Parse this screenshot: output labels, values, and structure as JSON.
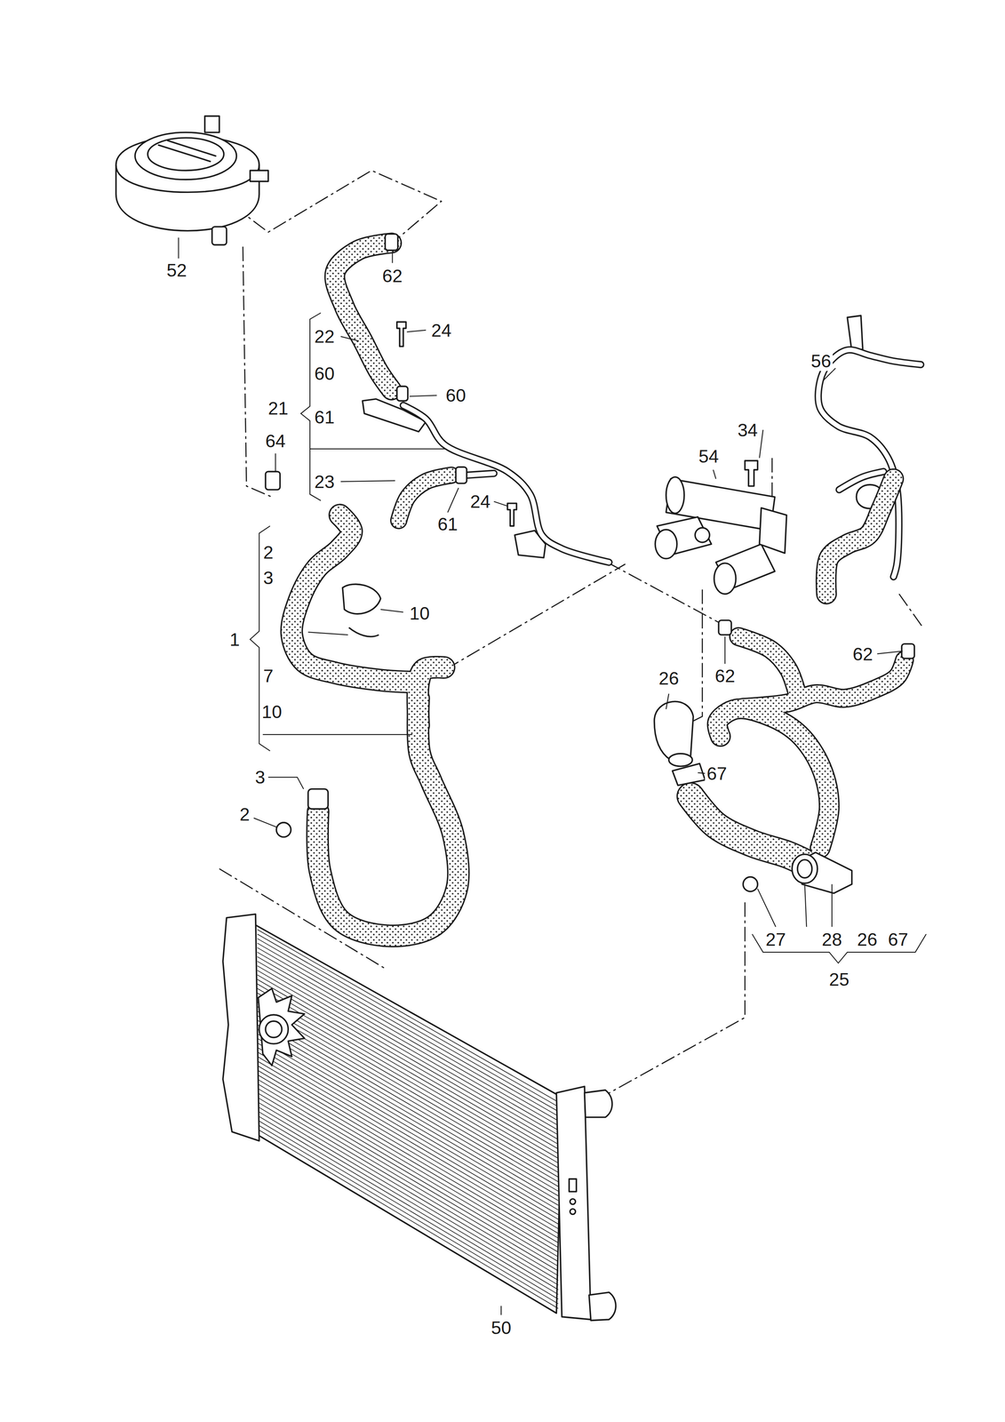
{
  "diagram": {
    "labels": [
      "52",
      "62",
      "22",
      "24",
      "60",
      "60",
      "21",
      "61",
      "56",
      "34",
      "64",
      "54",
      "23",
      "61",
      "24",
      "2",
      "3",
      "10",
      "1",
      "7",
      "62",
      "62",
      "26",
      "10",
      "3",
      "67",
      "2",
      "27",
      "28",
      "26",
      "67",
      "25",
      "50"
    ]
  }
}
